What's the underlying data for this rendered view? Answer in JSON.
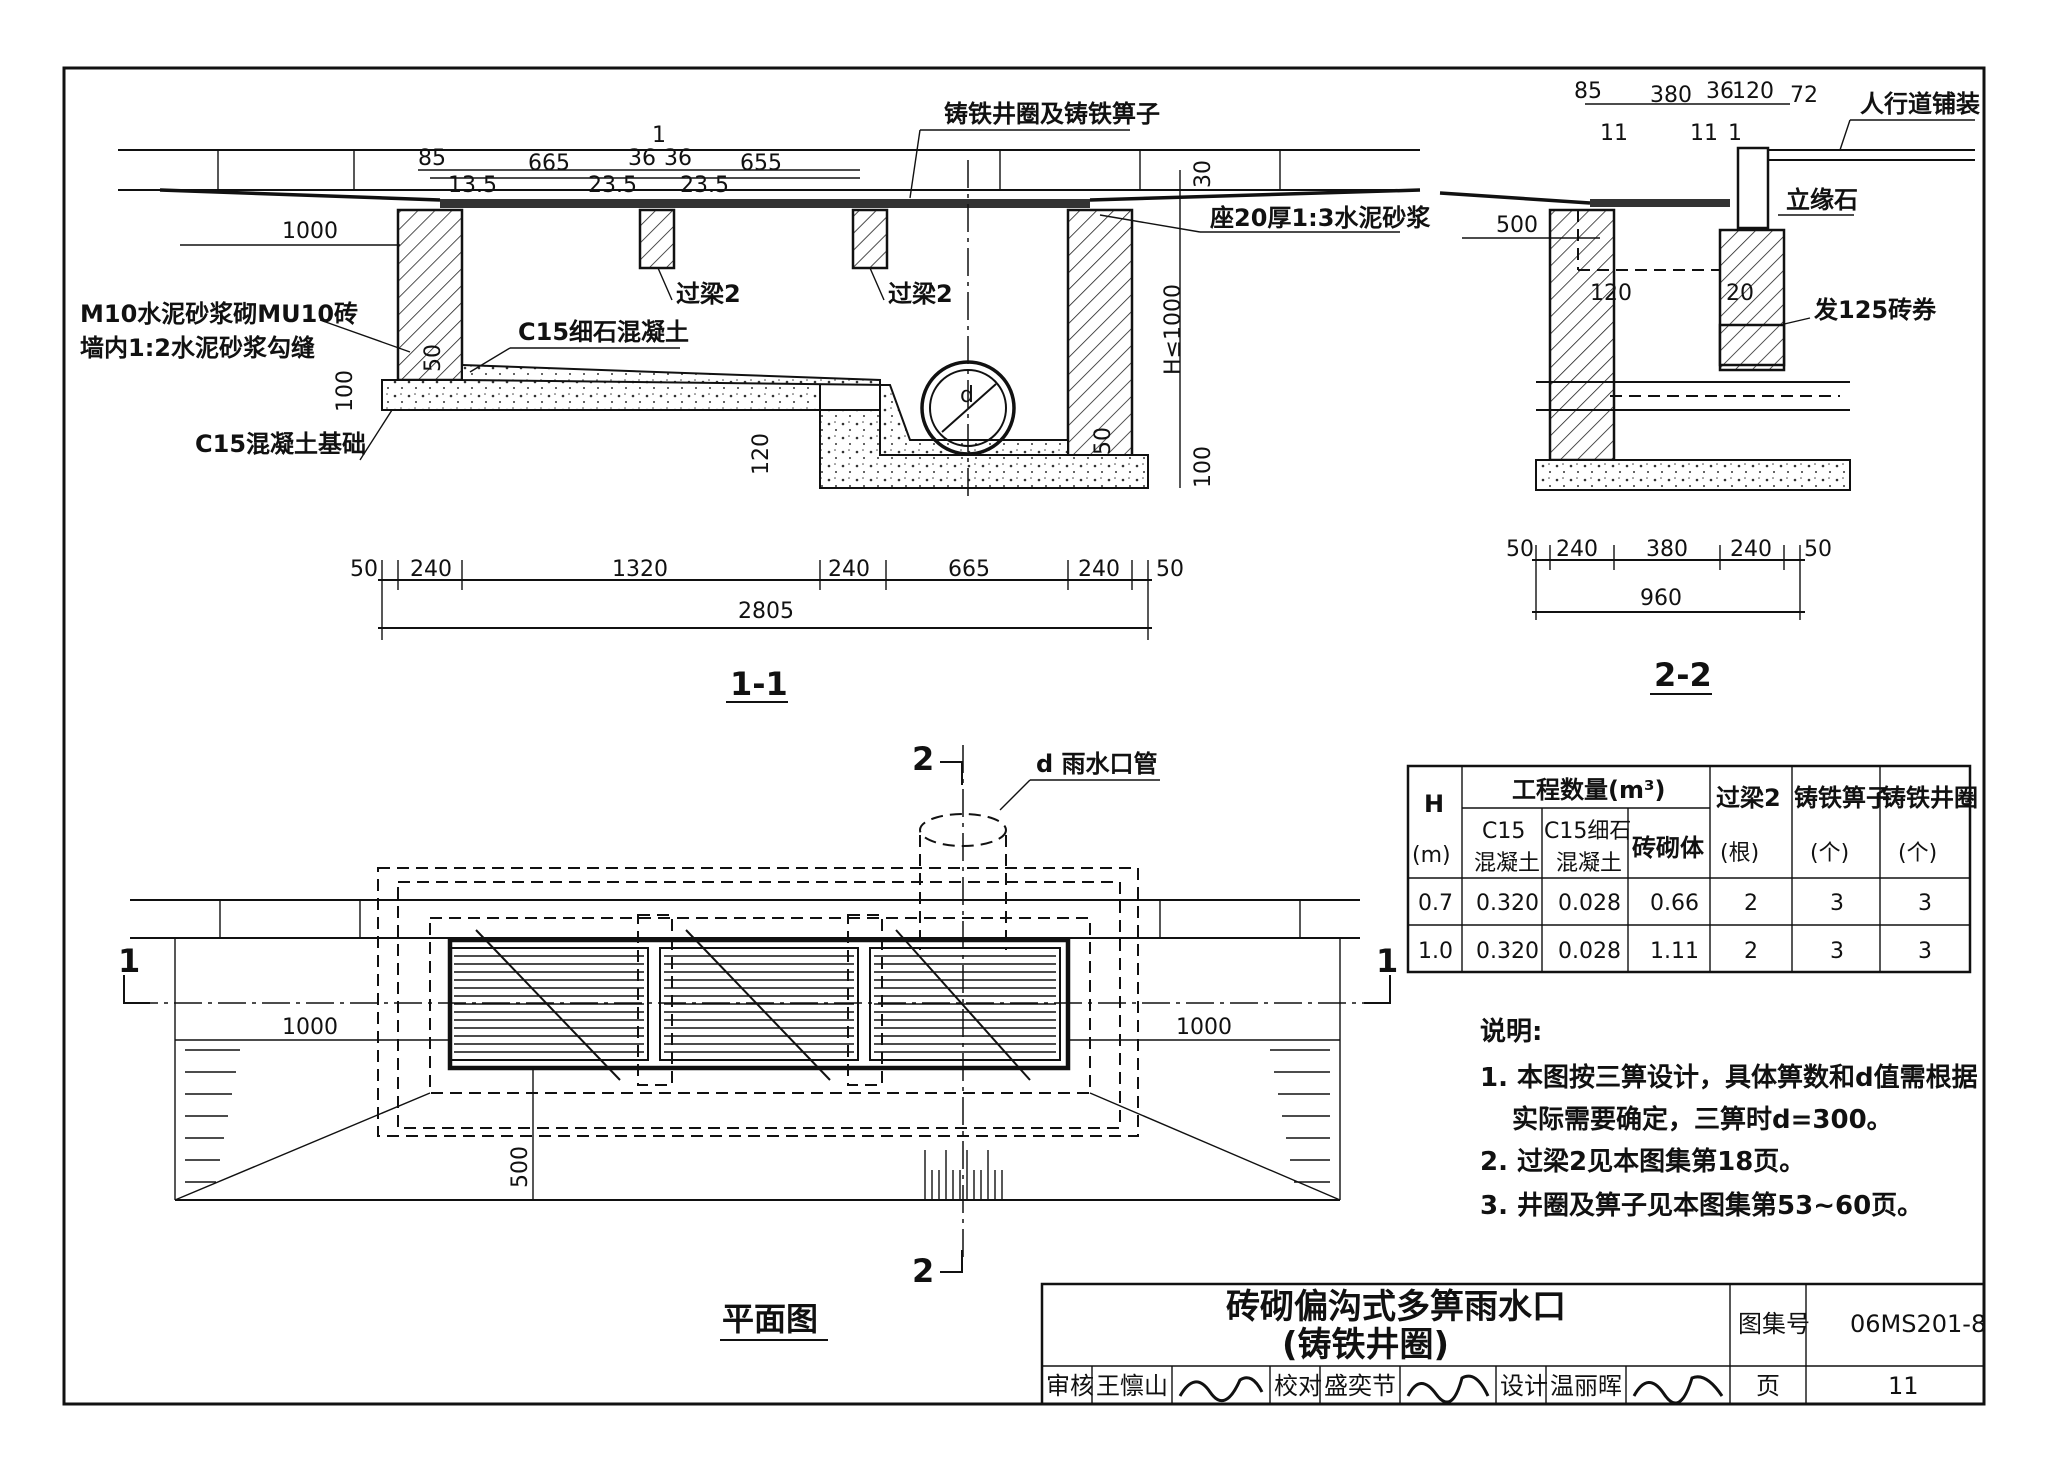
{
  "drawing": {
    "sec11": {
      "title": "1-1",
      "top_dims": [
        "85",
        "665",
        "36",
        "36",
        "655",
        "1",
        "13.5",
        "23.5",
        "23.5"
      ],
      "right_dims": [
        "30",
        "H≤1000",
        "100"
      ],
      "left_dims": [
        "1000",
        "100",
        "50",
        "120",
        "50"
      ],
      "bottom_dims": [
        "50",
        "240",
        "1320",
        "240",
        "665",
        "240",
        "50"
      ],
      "total": "2805",
      "pipe": "d",
      "labels": {
        "grate": "铸铁井圈及铸铁箅子",
        "mortar": "座20厚1:3水泥砂浆",
        "beam_a": "过梁2",
        "beam_b": "过梁2",
        "wall_1": "M10水泥砂浆砌MU10砖",
        "wall_2": "墙内1:2水泥砂浆勾缝",
        "fine_conc": "C15细石混凝土",
        "base": "C15混凝土基础"
      }
    },
    "sec22": {
      "title": "2-2",
      "top_dims": [
        "85",
        "380",
        "36",
        "120",
        "72",
        "11",
        "11",
        "1"
      ],
      "inner_dims": [
        "500",
        "120",
        "20"
      ],
      "bottom_dims": [
        "50",
        "240",
        "380",
        "240",
        "50"
      ],
      "total": "960",
      "labels": {
        "paving": "人行道铺装",
        "curb": "立缘石",
        "arch": "发125砖券"
      }
    },
    "plan": {
      "title": "平面图",
      "pipe_label": "d  雨水口管",
      "left_dim": "1000",
      "right_dim": "1000",
      "depth_dim": "500",
      "cut_1": "1",
      "cut_2": "2"
    }
  },
  "table": {
    "header": {
      "h": "H",
      "h_unit": "(m)",
      "qty_group": "工程数量(m³)",
      "c15": "C15",
      "c15_sub": "混凝土",
      "c15f": "C15细石",
      "c15f_sub": "混凝土",
      "masonry": "砖砌体",
      "beam": "过梁2",
      "beam_unit": "(根)",
      "grate": "铸铁箅子",
      "grate_unit": "(个)",
      "ring": "铸铁井圈",
      "ring_unit": "(个)"
    },
    "rows": [
      [
        "0.7",
        "0.320",
        "0.028",
        "0.66",
        "2",
        "3",
        "3"
      ],
      [
        "1.0",
        "0.320",
        "0.028",
        "1.11",
        "2",
        "3",
        "3"
      ]
    ]
  },
  "notes": {
    "heading": "说明:",
    "items": [
      "1. 本图按三箅设计，具体箅数和d值需根据",
      "实际需要确定，三箅时d=300。",
      "2. 过梁2见本图集第18页。",
      "3. 井圈及箅子见本图集第53~60页。"
    ]
  },
  "title_block": {
    "title": "砖砌偏沟式多箅雨水口",
    "subtitle": "(铸铁井圈)",
    "atlas_label": "图集号",
    "atlas_no": "06MS201-8",
    "page_label": "页",
    "page_no": "11",
    "review_label": "审核",
    "review_name": "王懔山",
    "check_label": "校对",
    "check_name": "盛奕节",
    "design_label": "设计",
    "design_name": "温丽晖"
  }
}
